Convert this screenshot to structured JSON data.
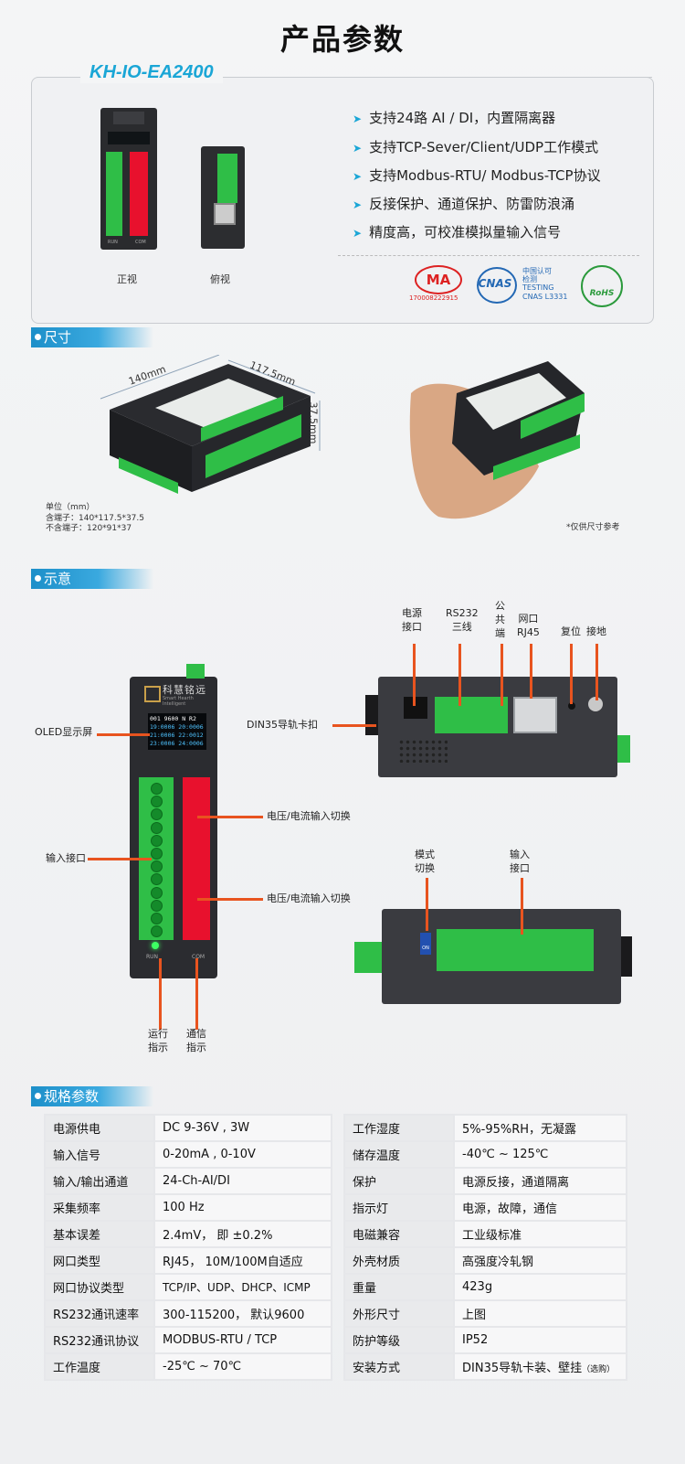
{
  "page_title": "产品参数",
  "product": {
    "model": "KH-IO-EA2400",
    "features": [
      "支持24路 AI / DI，内置隔离器",
      "支持TCP-Sever/Client/UDP工作模式",
      "支持Modbus-RTU/ Modbus-TCP协议",
      "反接保护、通道保护、防雷防浪涌",
      "精度高，可校准模拟量输入信号"
    ],
    "view_labels": {
      "front": "正视",
      "top": "俯视"
    },
    "device_text": {
      "run": "RUN",
      "com": "COM"
    },
    "certs": {
      "cma_text": "MA",
      "cma_number": "170008222915",
      "cnas_text": "CNAS",
      "testing_lines": [
        "中国认可",
        "检测",
        "TESTING",
        "CNAS L3331"
      ],
      "rohs_text": "RoHS"
    }
  },
  "dimensions": {
    "section_title": "尺寸",
    "width": "140mm",
    "depth": "117.5mm",
    "height": "37.5mm",
    "unit_lines": [
      "单位（mm）",
      "含端子：140*117.5*37.5",
      "不含端子：120*91*37"
    ],
    "note": "*仅供尺寸参考"
  },
  "diagram": {
    "section_title": "示意",
    "brand_cn": "科慧铭远",
    "brand_en": "Smart Hearth Intelligent",
    "oled_lines": [
      "001    9600 N R2",
      "19:0006 20:0006",
      "21:0006 22:0012",
      "23:0006 24:0006"
    ],
    "front_labels": {
      "oled": "OLED显示屏",
      "input": "输入接口",
      "switch1": "电压/电流输入切换",
      "switch2": "电压/电流输入切换",
      "run": "运行\n指示",
      "com": "通信\n指示"
    },
    "top_labels": {
      "power": "电源\n接口",
      "rs232": "RS232\n三线",
      "common": "公\n共\n端",
      "rj45": "网口\nRJ45",
      "reset": "复位",
      "ground": "接地",
      "din": "DIN35导轨卡扣"
    },
    "bottom_labels": {
      "mode": "模式\n切换",
      "input": "输入\n接口",
      "dip_text": "ON"
    }
  },
  "spec": {
    "section_title": "规格参数",
    "left": [
      {
        "k": "电源供电",
        "v": "DC 9-36V , 3W"
      },
      {
        "k": "输入信号",
        "v": "0-20mA , 0-10V"
      },
      {
        "k": "输入/输出通道",
        "v": "24-Ch-AI/DI"
      },
      {
        "k": "采集频率",
        "v": "100 Hz"
      },
      {
        "k": "基本误差",
        "v": "2.4mV，  即 ±0.2%"
      },
      {
        "k": "网口类型",
        "v": "RJ45，  10M/100M自适应"
      },
      {
        "k": "网口协议类型",
        "v": "TCP/IP、UDP、DHCP、ICMP"
      },
      {
        "k": "RS232通讯速率",
        "v": "300-115200，  默认9600"
      },
      {
        "k": "RS232通讯协议",
        "v": "MODBUS-RTU / TCP"
      },
      {
        "k": "工作温度",
        "v": "-25℃ ~ 70℃"
      }
    ],
    "right": [
      {
        "k": "工作湿度",
        "v": "5%-95%RH，无凝露"
      },
      {
        "k": "储存温度",
        "v": "-40℃ ~ 125℃"
      },
      {
        "k": "保护",
        "v": "电源反接，通道隔离"
      },
      {
        "k": "指示灯",
        "v": "电源，故障，通信"
      },
      {
        "k": "电磁兼容",
        "v": "工业级标准"
      },
      {
        "k": "外壳材质",
        "v": "高强度冷轧钢"
      },
      {
        "k": "重量",
        "v": "423g"
      },
      {
        "k": "外形尺寸",
        "v": "上图"
      },
      {
        "k": "防护等级",
        "v": "IP52"
      },
      {
        "k": "安装方式",
        "v": "DIN35导轨卡装、壁挂",
        "note": "（选购）"
      }
    ]
  },
  "colors": {
    "accent": "#1aa6d6",
    "pointer": "#e8541f",
    "terminal": "#2fbe47",
    "dip": "#e8112d"
  }
}
